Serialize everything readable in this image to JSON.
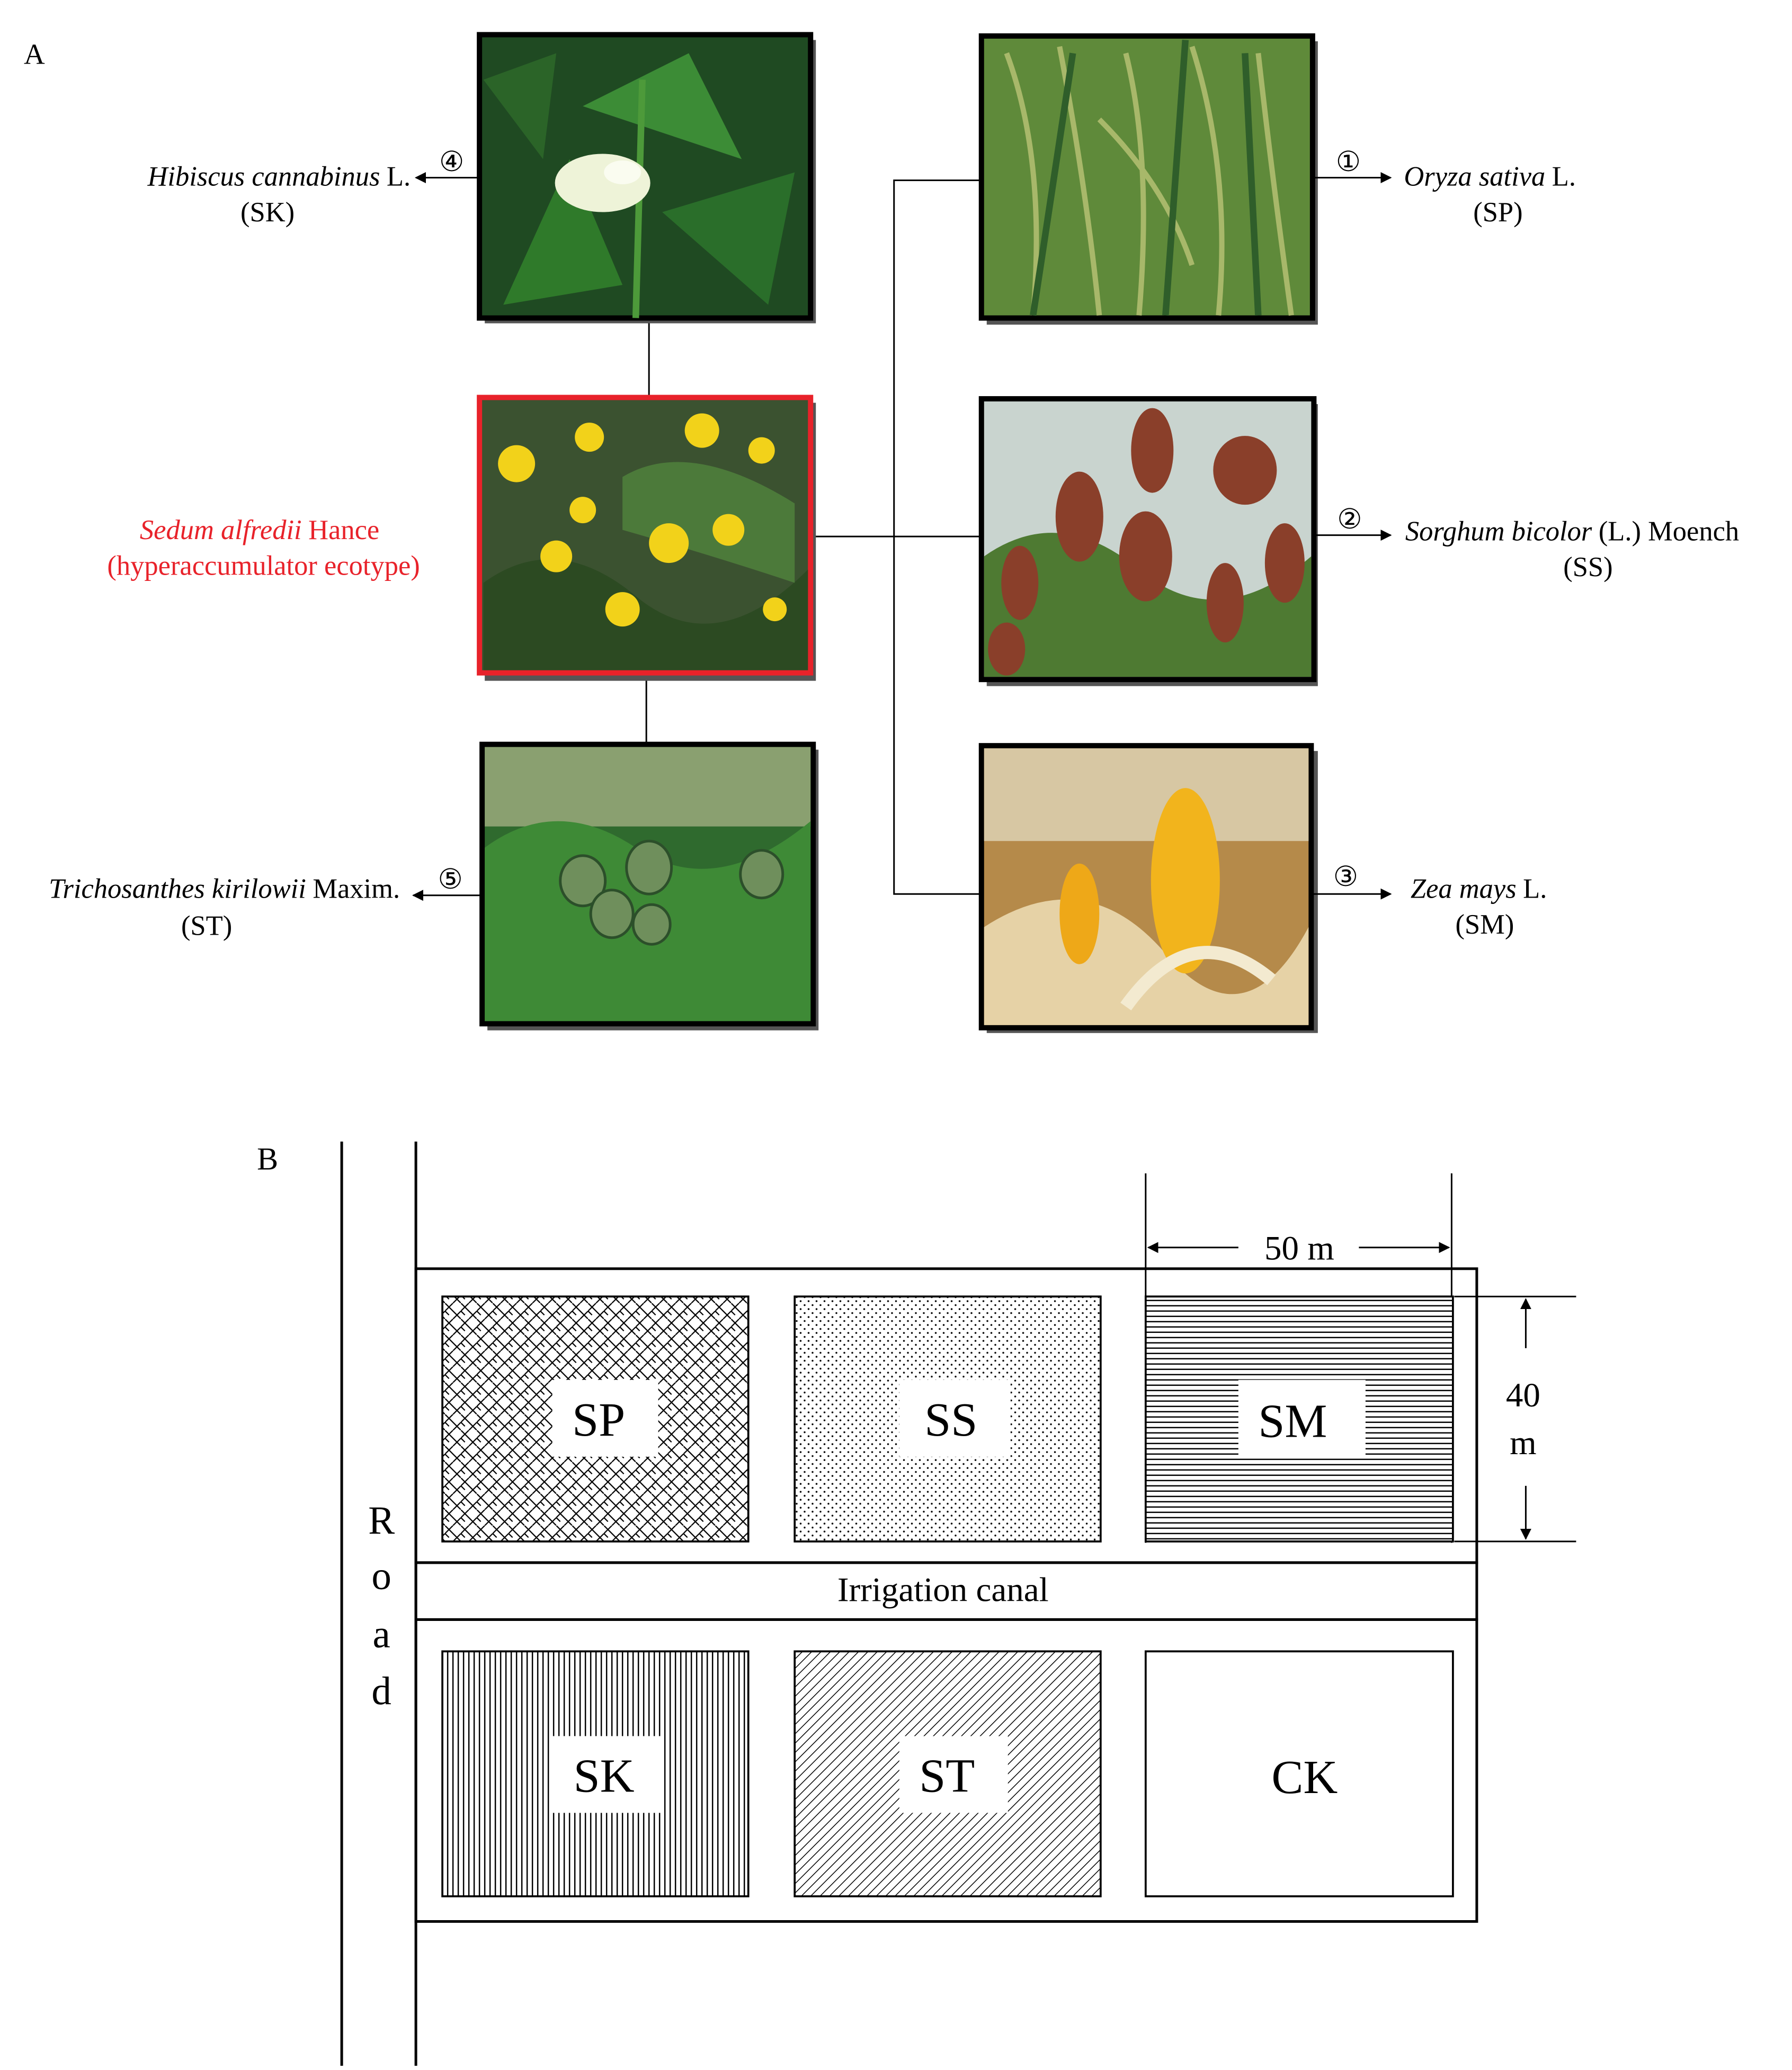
{
  "panel_a": {
    "label": "A",
    "center": {
      "species": "Sedum alfredii",
      "authority": "Hance",
      "note": "(hyperaccumulator ecotype)",
      "color": "#e8222a"
    },
    "plants": [
      {
        "key": "sk",
        "marker": "④",
        "species": "Hibiscus cannabinus",
        "authority": "L.",
        "code": "(SK)",
        "photo": "white flower among palmate leaves"
      },
      {
        "key": "st",
        "marker": "⑤",
        "species": "Trichosanthes kirilowii",
        "authority": "Maxim.",
        "code": "(ST)",
        "photo": "striped fruits on climbing vines"
      },
      {
        "key": "sp",
        "marker": "①",
        "species": "Oryza sativa",
        "authority": "L.",
        "code": "(SP)",
        "photo": "rice panicles"
      },
      {
        "key": "ss",
        "marker": "②",
        "species": "Sorghum bicolor",
        "authority": "(L.) Moench",
        "code": "(SS)",
        "photo": "red-brown sorghum heads"
      },
      {
        "key": "sm",
        "marker": "③",
        "species": "Zea mays",
        "authority": "L.",
        "code": "(SM)",
        "photo": "corn ears"
      }
    ]
  },
  "panel_b": {
    "label": "B",
    "road": [
      "R",
      "o",
      "a",
      "d"
    ],
    "canal": "Irrigation canal",
    "width_dim": "50 m",
    "height_dim": [
      "40",
      "m"
    ],
    "plots": [
      {
        "key": "sp",
        "label": "SP",
        "pattern": "weave"
      },
      {
        "key": "ss",
        "label": "SS",
        "pattern": "dots"
      },
      {
        "key": "sm",
        "label": "SM",
        "pattern": "horizontal lines"
      },
      {
        "key": "sk",
        "label": "SK",
        "pattern": "vertical lines"
      },
      {
        "key": "st",
        "label": "ST",
        "pattern": "diagonal lines"
      },
      {
        "key": "ck",
        "label": "CK",
        "pattern": "none"
      }
    ]
  }
}
